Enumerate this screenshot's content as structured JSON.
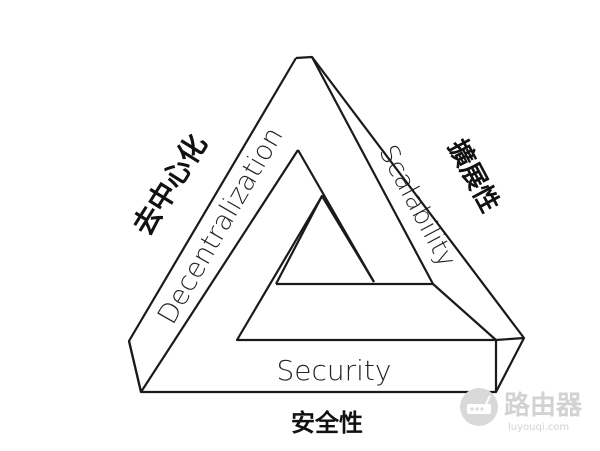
{
  "diagram": {
    "left_face_label": "Decentralization",
    "right_face_label": "Scalability",
    "bottom_face_label": "Security",
    "left_caption": "去中心化",
    "right_caption": "擴展性",
    "bottom_caption": "安全性"
  },
  "watermark": {
    "name": "路由器",
    "url": "luyouqi.com",
    "icon": "router-icon"
  }
}
